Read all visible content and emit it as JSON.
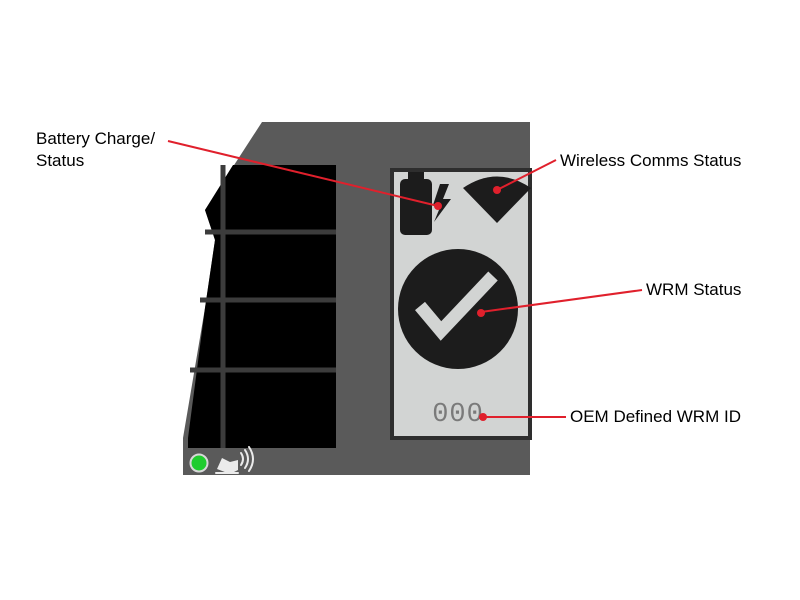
{
  "colors": {
    "device_body": "#5a5a5a",
    "grid_panel": "#000000",
    "grid_line": "#3c3c3c",
    "lcd_bezel": "#2e2e2e",
    "lcd_screen": "#d2d4d3",
    "lcd_icon": "#1c1c1c",
    "wrm_id_digits": "#7a7a7a",
    "callout_line": "#e0202c",
    "led": "#1fcc2e"
  },
  "icons": {
    "battery": "battery-charging-icon",
    "wireless": "wireless-signal-icon",
    "wrm_status": "check-circle-icon",
    "led": "green-led-icon",
    "tap": "hand-tap-icon"
  },
  "display": {
    "wrm_id_value": "000"
  },
  "callouts": {
    "battery_line1": "Battery Charge/",
    "battery_line2": "Status",
    "wireless": "Wireless Comms Status",
    "wrm_status": "WRM Status",
    "oem_id": "OEM Defined WRM ID"
  }
}
